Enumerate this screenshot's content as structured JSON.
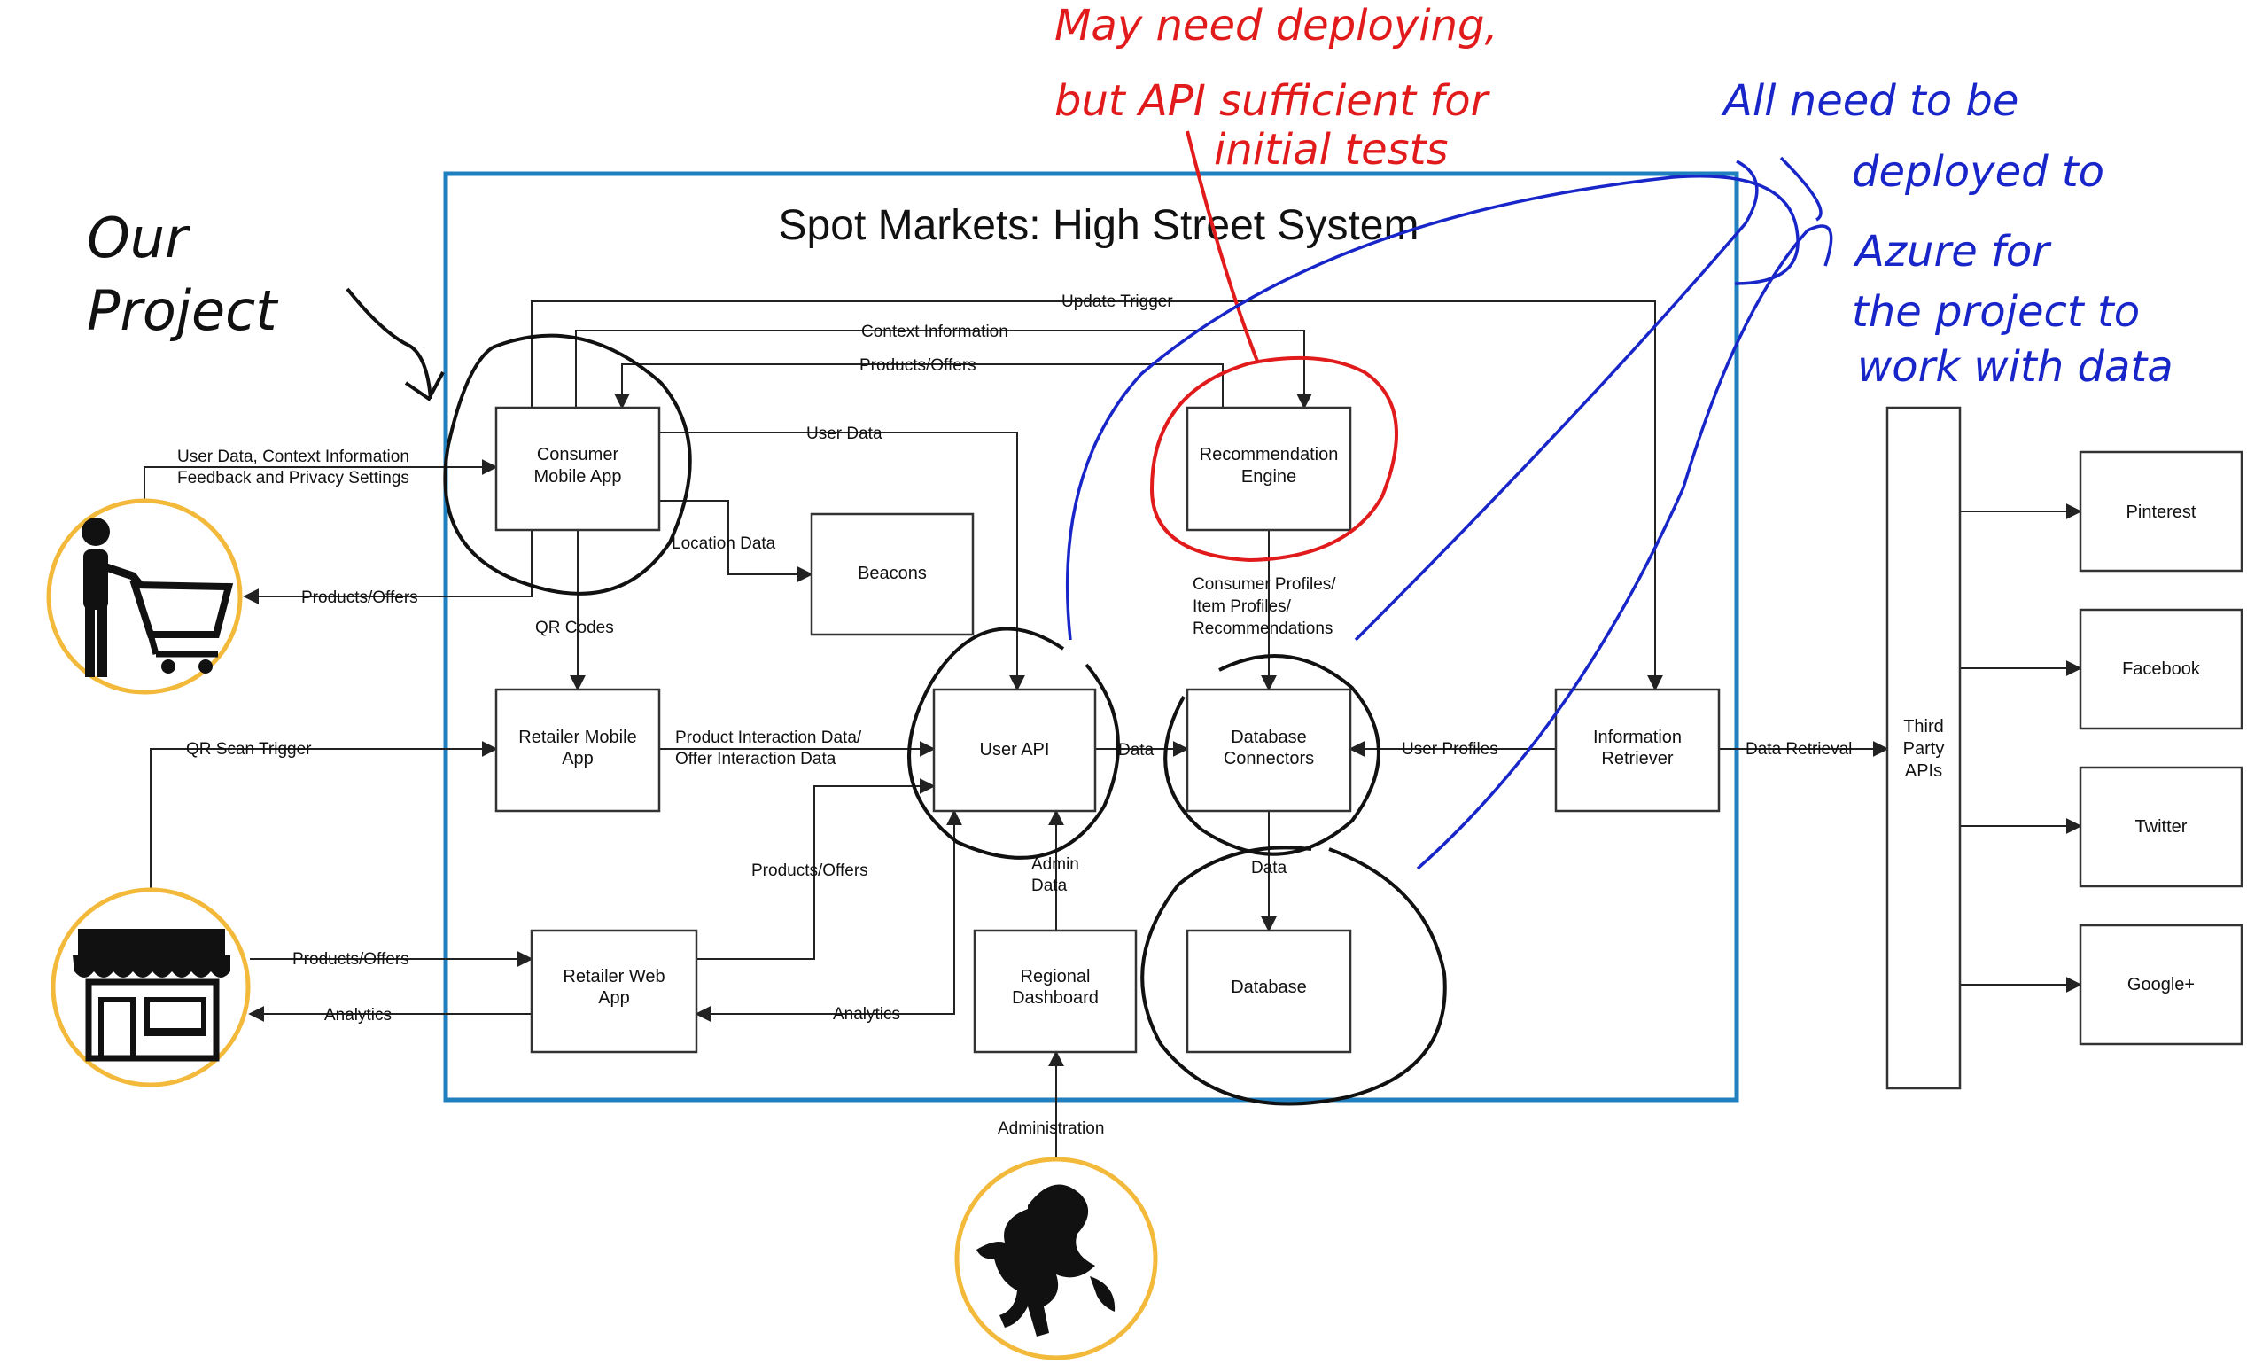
{
  "title": "Spot Markets: High Street System",
  "nodes": {
    "consumer_mobile_app": [
      "Consumer",
      "Mobile App"
    ],
    "retailer_mobile_app": [
      "Retailer Mobile",
      "App"
    ],
    "retailer_web_app": [
      "Retailer Web",
      "App"
    ],
    "beacons": [
      "Beacons"
    ],
    "user_api": [
      "User API"
    ],
    "regional_dashboard": [
      "Regional",
      "Dashboard"
    ],
    "recommendation_engine": [
      "Recommendation",
      "Engine"
    ],
    "database_connectors": [
      "Database",
      "Connectors"
    ],
    "database": [
      "Database"
    ],
    "information_retriever": [
      "Information",
      "Retriever"
    ],
    "third_party_apis": [
      "Third",
      "Party",
      "APIs"
    ],
    "pinterest": [
      "Pinterest"
    ],
    "facebook": [
      "Facebook"
    ],
    "twitter": [
      "Twitter"
    ],
    "google_plus": [
      "Google+"
    ]
  },
  "edges": {
    "update_trigger": "Update Trigger",
    "context_information": "Context Information",
    "products_offers_top": "Products/Offers",
    "user_data_top": "User Data",
    "user_data_context_1": "User Data, Context Information",
    "user_data_context_2": "Feedback and Privacy Settings",
    "products_offers_consumer": "Products/Offers",
    "location_data": "Location Data",
    "qr_codes": "QR Codes",
    "qr_scan_trigger": "QR Scan Trigger",
    "product_interaction_1": "Product Interaction Data/",
    "product_interaction_2": "Offer Interaction Data",
    "products_offers_mid": "Products/Offers",
    "data_api_connectors": "Data",
    "admin_data_1": "Admin",
    "admin_data_2": "Data",
    "consumer_profiles_1": "Consumer Profiles/",
    "consumer_profiles_2": "Item Profiles/",
    "consumer_profiles_3": "Recommendations",
    "user_profiles": "User Profiles",
    "data_retrieval": "Data Retrieval",
    "data_connectors_db": "Data",
    "products_offers_retailer": "Products/Offers",
    "analytics_left": "Analytics",
    "analytics_mid": "Analytics",
    "administration": "Administration"
  },
  "annotations": {
    "our_project_1": "Our",
    "our_project_2": "Project",
    "red_1": "May need deploying,",
    "red_2": "but API sufficient for",
    "red_3": "initial tests",
    "blue_1": "All need to be",
    "blue_2": "deployed to",
    "blue_3": "Azure for",
    "blue_4": "the project to",
    "blue_5": "work with data"
  },
  "colors": {
    "frame": "#1f7fbf",
    "actor_ring": "#f2b93b",
    "annotation_red": "#e11b1b",
    "annotation_blue": "#1826c9",
    "annotation_black": "#111111"
  },
  "icons": {
    "consumer_actor": "shopping-cart-person-icon",
    "retailer_actor": "storefront-icon",
    "council_actor": "rampant-horse-crest-icon"
  }
}
